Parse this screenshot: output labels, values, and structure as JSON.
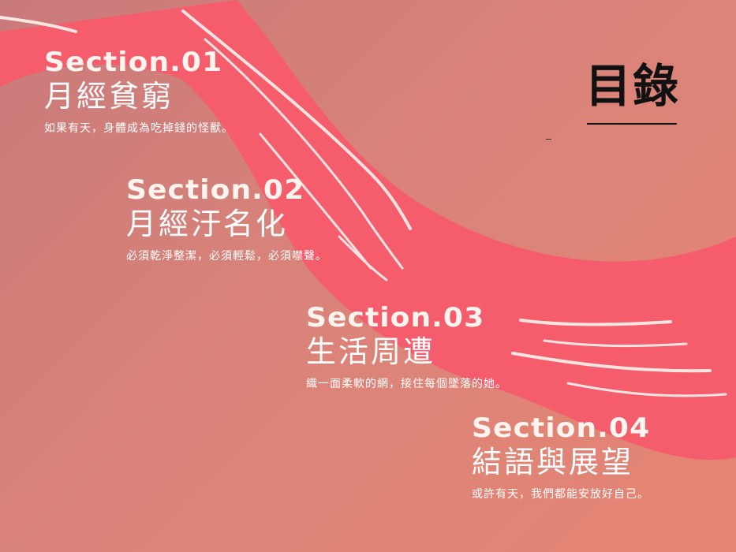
{
  "toc": {
    "title": "目錄"
  },
  "sections": [
    {
      "label": "Section.01",
      "title": "月經貧窮",
      "subtitle": "如果有天，身體成為吃掉錢的怪獸。"
    },
    {
      "label": "Section.02",
      "title": "月經汙名化",
      "subtitle": "必須乾淨整潔，必須輕鬆，必須噤聲。"
    },
    {
      "label": "Section.03",
      "title": "生活周遭",
      "subtitle": "織一面柔軟的網，接住每個墜落的她。"
    },
    {
      "label": "Section.04",
      "title": "結語與展望",
      "subtitle": "或許有天，我們都能安放好自己。"
    }
  ],
  "colors": {
    "background": "#d9837a",
    "band": "#f55c6c",
    "chalk": "#fff3ee",
    "text": "#ffffff",
    "title": "#111111"
  }
}
